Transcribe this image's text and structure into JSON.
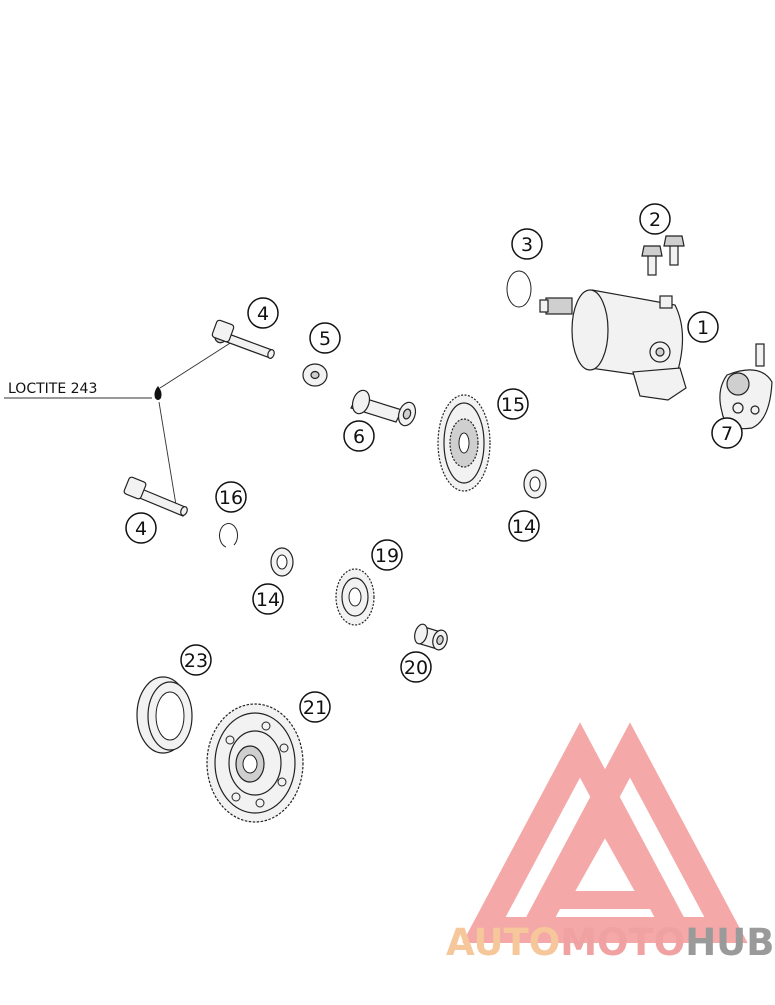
{
  "note": {
    "label": "LOCTITE 243"
  },
  "callouts": [
    "1",
    "2",
    "3",
    "4",
    "4",
    "5",
    "6",
    "7",
    "14",
    "14",
    "15",
    "16",
    "19",
    "20",
    "21",
    "23"
  ],
  "watermark": {
    "parts": [
      "AUTO",
      "MOTO",
      "HUB"
    ],
    "colors": {
      "auto": "#f6c79a",
      "moto": "#f0a2a2",
      "hub": "#9a9a9a",
      "logo": "#f08f8f"
    }
  }
}
